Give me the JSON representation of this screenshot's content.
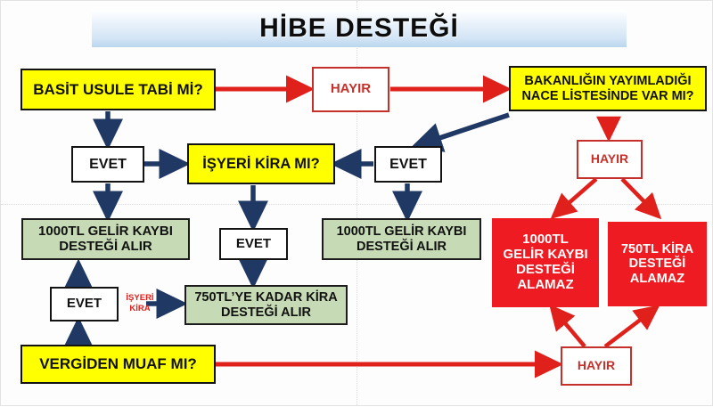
{
  "title": "HİBE DESTEĞİ",
  "colors": {
    "yellow": "#ffff00",
    "green": "#c6dbb5",
    "red_fill": "#ee1c22",
    "red_line": "#e0201b",
    "navy_line": "#1f3864",
    "black_border": "#131313",
    "banner_blue": "#b9d6ee"
  },
  "nodes": {
    "basit_usule": "BASİT USULE TABİ Mİ?",
    "hayir_top": "HAYIR",
    "nace_list_l1": "BAKANLIĞIN YAYIMLADIĞI",
    "nace_list_l2": "NACE LİSTESİNDE VAR MI?",
    "evet_left": "EVET",
    "isyeri_kira_mi": "İŞYERİ KİRA MI?",
    "evet_right": "EVET",
    "hayir_right": "HAYIR",
    "gelir_kaybi_left_l1": "1000TL GELİR KAYBI",
    "gelir_kaybi_left_l2": "DESTEĞİ ALIR",
    "evet_mid": "EVET",
    "gelir_kaybi_right_l1": "1000TL GELİR KAYBI",
    "gelir_kaybi_right_l2": "DESTEĞİ ALIR",
    "red_1000_l1": "1000TL",
    "red_1000_l2": "GELİR KAYBI",
    "red_1000_l3": "DESTEĞİ",
    "red_1000_l4": "ALAMAZ",
    "red_750_l1": "750TL KİRA",
    "red_750_l2": "DESTEĞİ",
    "red_750_l3": "ALAMAZ",
    "evet_bottom": "EVET",
    "kira_750_l1": "750TL’YE KADAR KİRA",
    "kira_750_l2": "DESTEĞİ ALIR",
    "vergiden_muaf": "VERGİDEN MUAF MI?",
    "hayir_bottom": "HAYIR"
  },
  "edge_labels": {
    "isyeri_kira_l1": "İŞYERİ",
    "isyeri_kira_l2": "KİRA"
  }
}
